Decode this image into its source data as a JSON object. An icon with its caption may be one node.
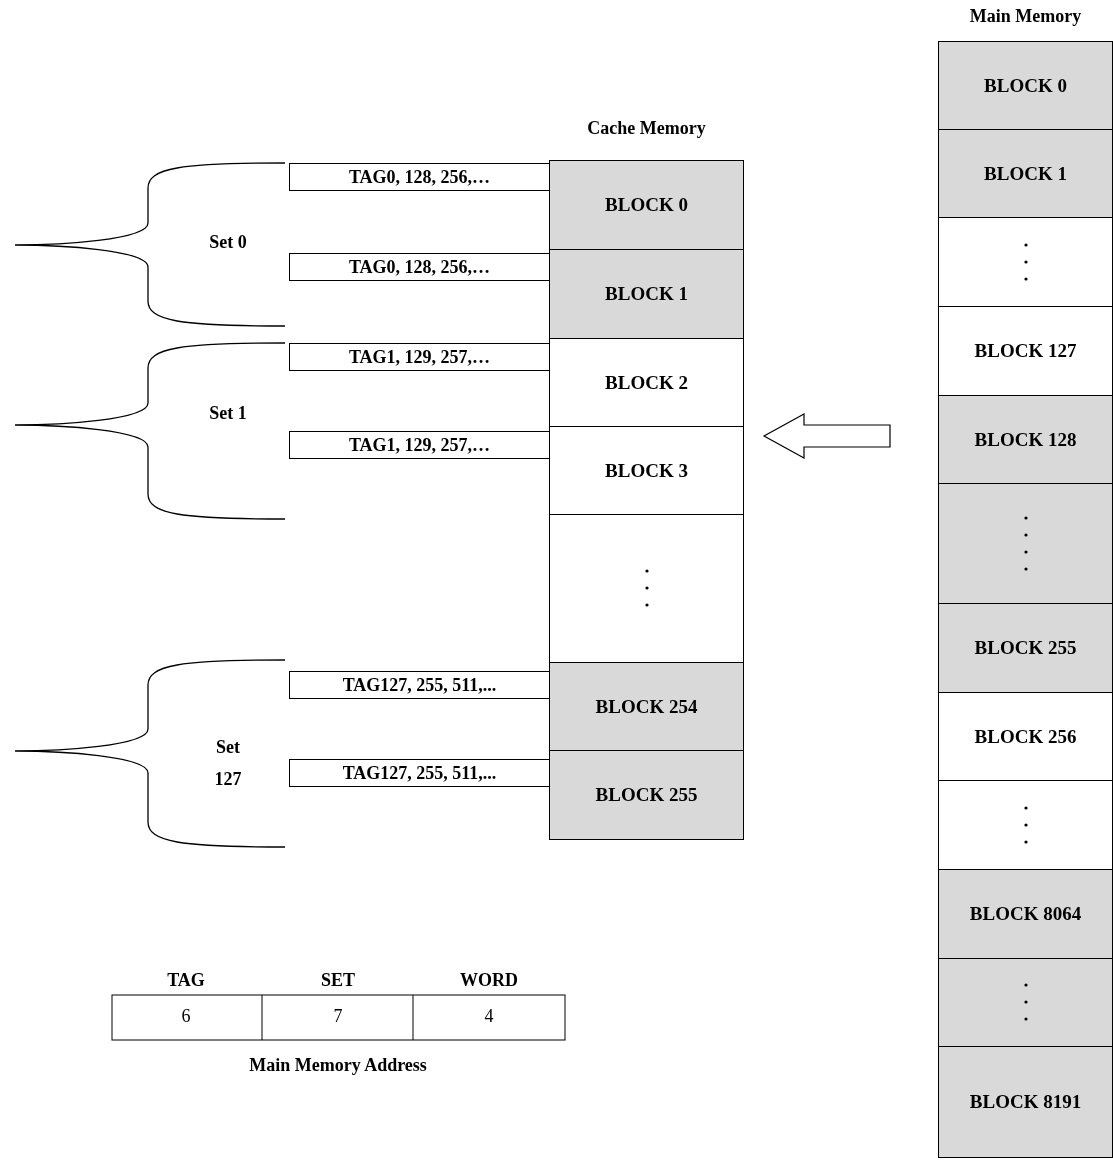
{
  "diagram": {
    "nodes": [
      {
        "text": [
          "Cache Memory"
        ]
      },
      {
        "text": [
          "BLOCK 0"
        ],
        "in": 0
      },
      {
        "text": [
          "BLOCK 1"
        ],
        "in": 0
      },
      {
        "text": [
          "BLOCK 2"
        ],
        "in": 0
      },
      {
        "text": [
          "BLOCK 3"
        ],
        "in": 0
      },
      {
        "text": [],
        "shape": "box",
        "in": 0
      },
      {
        "text": [
          "BLOCK 254"
        ],
        "in": 0
      },
      {
        "text": [
          "BLOCK 255"
        ],
        "in": 0
      },
      {
        "text": [
          "TAG0, 128, 256,…"
        ]
      },
      {
        "text": [
          "TAG0, 128, 256,…"
        ]
      },
      {
        "text": [
          "TAG1, 129, 257,…"
        ]
      },
      {
        "text": [
          "TAG1, 129, 257,…"
        ]
      },
      {
        "text": [
          "TAG127, 255, 511,..."
        ]
      },
      {
        "text": [
          "TAG127, 255, 511,..."
        ]
      },
      {
        "text": [
          "Main Memory"
        ]
      },
      {
        "text": [
          "BLOCK 0"
        ],
        "in": 14
      },
      {
        "text": [
          "BLOCK 1"
        ],
        "in": 14
      },
      {
        "text": [],
        "shape": "box",
        "in": 14
      },
      {
        "text": [
          "BLOCK 127"
        ],
        "in": 14
      },
      {
        "text": [
          "BLOCK 128"
        ],
        "in": 14
      },
      {
        "text": [],
        "shape": "box",
        "in": 14
      },
      {
        "text": [
          "BLOCK 255"
        ],
        "in": 14
      },
      {
        "text": [
          "BLOCK 256"
        ],
        "in": 14
      },
      {
        "text": [],
        "shape": "box",
        "in": 14
      },
      {
        "text": [
          "BLOCK 8064"
        ],
        "in": 14
      },
      {
        "text": [],
        "shape": "box",
        "in": 14
      },
      {
        "text": [
          "BLOCK 8191"
        ],
        "in": 14
      }
    ],
    "edges": [
      {
        "from": 14,
        "to": 0,
        "arrow": "to"
      }
    ],
    "labels": [
      "Set 0",
      "Set 1",
      "Set 127",
      "TAG",
      "SET",
      "WORD",
      "6",
      "7",
      "4",
      "Main Memory Address"
    ]
  }
}
